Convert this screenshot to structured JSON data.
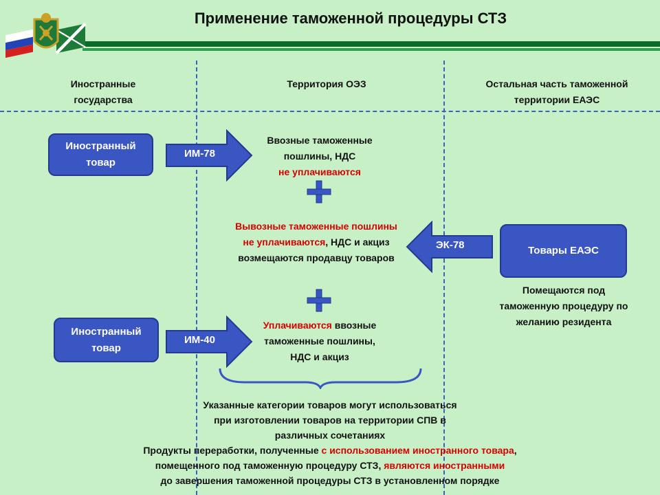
{
  "header": {
    "title": "Применение таможенной процедуры СТЗ"
  },
  "columns": {
    "foreign": [
      "Иностранные",
      "государства"
    ],
    "sez": [
      "Территория ОЭЗ"
    ],
    "rest": [
      "Остальная часть таможенной",
      "территории ЕАЭС"
    ]
  },
  "row1": {
    "box": [
      "Иностранный",
      "товар"
    ],
    "arrow": "ИМ-78",
    "text_line1": "Ввозные таможенные",
    "text_line2": "пошлины, НДС",
    "text_red": "не уплачиваются"
  },
  "row2": {
    "text_red1": "Вывозные таможенные пошлины",
    "text_red2": "не уплачиваются",
    "text_tail2": ", НДС и акциз",
    "text_line3": "возмещаются продавцу товаров",
    "arrow": "ЭК-78",
    "box": "Товары ЕАЭС",
    "note": [
      "Помещаются под",
      "таможенную процедуру по",
      "желанию резидента"
    ]
  },
  "row3": {
    "box": [
      "Иностранный",
      "товар"
    ],
    "arrow": "ИМ-40",
    "text_red": "Уплачиваются",
    "text_tail1": " ввозные",
    "text_line2": "таможенные пошлины,",
    "text_line3": "НДС и акциз"
  },
  "footer": {
    "line1": "Указанные категории товаров могут использоваться",
    "line2": "при изготовлении товаров на территории СПВ в",
    "line3": "различных сочетаниях",
    "line4_a": "Продукты переработки, полученные ",
    "line4_red": "с использованием иностранного товара",
    "line4_b": ",",
    "line5_a": "помещенного под таможенную процедуру СТЗ, ",
    "line5_red": "являются иностранными",
    "line6": "до завершения таможенной процедуры СТЗ в установленном порядке"
  },
  "colors": {
    "background": "#c7f0c7",
    "box_fill": "#3a56c2",
    "accent_red": "#d40000",
    "stripe": "#0d6b2a"
  },
  "icons": [
    "russian-flag-icon",
    "customs-emblem-icon",
    "customs-flag-icon",
    "plus-icon"
  ]
}
